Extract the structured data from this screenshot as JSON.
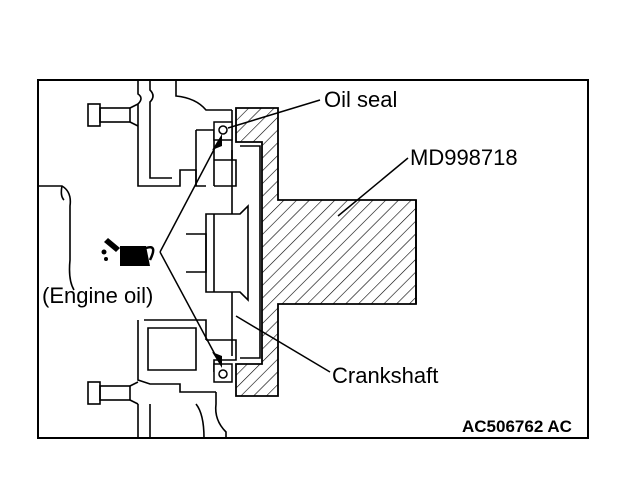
{
  "labels": {
    "oil_seal": "Oil seal",
    "tool": "MD998718",
    "engine_oil": "(Engine oil)",
    "crankshaft": "Crankshaft",
    "figure_id": "AC506762 AC"
  },
  "icons": {
    "oil_can": "oil-can-icon"
  },
  "colors": {
    "line": "#000000",
    "background": "#ffffff"
  }
}
